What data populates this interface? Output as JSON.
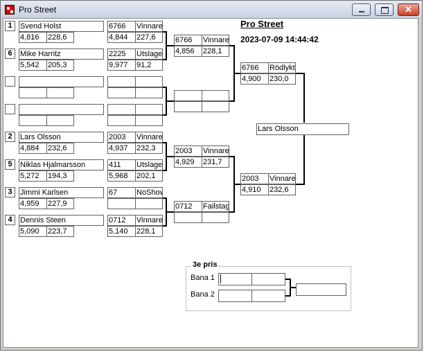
{
  "window": {
    "title": "Pro Street"
  },
  "header": {
    "title": "Pro Street",
    "datetime": "2023-07-09 14:44:42"
  },
  "round1": [
    {
      "seed": "1",
      "name": "Svend Holst",
      "rt": "4,816",
      "speed": "228,6",
      "run_time": "6766",
      "result": "Vinnare",
      "et": "4,844",
      "mph": "227,6"
    },
    {
      "seed": "6",
      "name": "Mike Harritz",
      "rt": "5,542",
      "speed": "205,3",
      "run_time": "2225",
      "result": "Utslagen",
      "et": "9,977",
      "mph": "91,2"
    },
    {
      "seed": "",
      "name": "",
      "rt": "",
      "speed": "",
      "run_time": "",
      "result": "",
      "et": "",
      "mph": ""
    },
    {
      "seed": "",
      "name": "",
      "rt": "",
      "speed": "",
      "run_time": "",
      "result": "",
      "et": "",
      "mph": ""
    },
    {
      "seed": "2",
      "name": "Lars Olsson",
      "rt": "4,884",
      "speed": "232,6",
      "run_time": "2003",
      "result": "Vinnare",
      "et": "4,937",
      "mph": "232,3"
    },
    {
      "seed": "5",
      "name": "Niklas Hjalmarsson",
      "rt": "5,272",
      "speed": "194,3",
      "run_time": "411",
      "result": "Utslagen",
      "et": "5,968",
      "mph": "202,1"
    },
    {
      "seed": "3",
      "name": "Jimmi Karlsen",
      "rt": "4,959",
      "speed": "227,9",
      "run_time": "67",
      "result": "NoShow",
      "et": "",
      "mph": ""
    },
    {
      "seed": "4",
      "name": "Dennis Steen",
      "rt": "5,090",
      "speed": "223,7",
      "run_time": "0712",
      "result": "Vinnare",
      "et": "5,140",
      "mph": "228,1"
    }
  ],
  "round2": [
    {
      "run_time": "6766",
      "result": "Vinnare",
      "et": "4,856",
      "mph": "228,1"
    },
    {
      "run_time": "",
      "result": "",
      "et": "",
      "mph": ""
    },
    {
      "run_time": "2003",
      "result": "Vinnare",
      "et": "4,929",
      "mph": "231,7"
    },
    {
      "run_time": "0712",
      "result": "Failstage",
      "et": "",
      "mph": ""
    }
  ],
  "round3": [
    {
      "run_time": "6766",
      "result": "Rödlykta",
      "et": "4,900",
      "mph": "230,0"
    },
    {
      "run_time": "2003",
      "result": "Vinnare",
      "et": "4,910",
      "mph": "232,6"
    }
  ],
  "winner": "Lars Olsson",
  "third_place": {
    "title": "3e pris",
    "lane1_label": "Bana 1",
    "lane2_label": "Bana 2",
    "lane1": [
      "",
      ""
    ],
    "lane2": [
      "",
      ""
    ],
    "winner": ""
  }
}
